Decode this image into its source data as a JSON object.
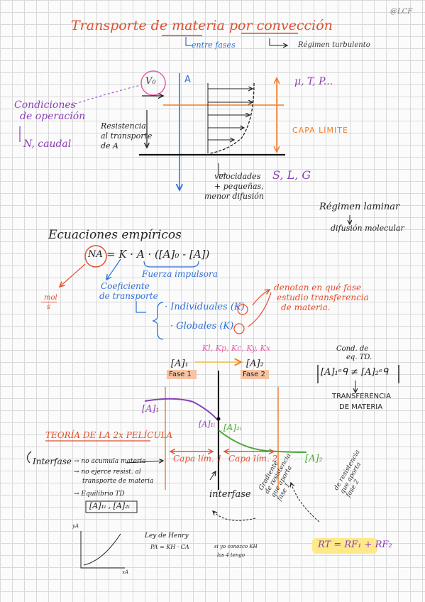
{
  "colors": {
    "red": "#e0502e",
    "purple": "#8a3fb8",
    "pink": "#e85aa8",
    "orange": "#ef7d2a",
    "blue": "#2f6fd6",
    "green": "#4fa83a",
    "ink": "#222222",
    "yellow": "#ffe98a"
  },
  "header": {
    "title": "Transporte de materia por convección",
    "signature": "@LCF",
    "entre_fases": "entre fases",
    "regimen_turbulento": "Régimen turbulento"
  },
  "diagram1": {
    "v0": "V₀",
    "A": "A",
    "props": "μ, T, P...",
    "capa_limite": "CAPA LÍMITE",
    "condiciones": [
      "Condiciones",
      "de operación"
    ],
    "n_caudal": "N, caudal",
    "resistencia": [
      "Resistencia",
      "al transporte",
      "de A"
    ],
    "velocidades": [
      "velocidades",
      "+ pequeñas,",
      "menor difusión"
    ],
    "slg": "S, L, G",
    "regimen_laminar": "Régimen laminar",
    "difusion_molecular": "difusión molecular"
  },
  "ecuaciones": {
    "title": "Ecuaciones empíricos",
    "NA": "NA",
    "eq_rest": "= K · A · ([A]₀ - [A])",
    "fuerza": "Fuerza impulsora",
    "coef": [
      "Coeficiente",
      "de transporte"
    ],
    "units": [
      "mol",
      "s"
    ],
    "denotan": [
      "denotan en qué fase",
      "estudio transferencia",
      "de materia."
    ],
    "individuales": "· Individuales (K)",
    "globales": "· Globales (K)"
  },
  "diagram2": {
    "k_list": "Kl, Kp, Kc, Ky, Kx",
    "A1": "[A]₁",
    "A2": "[A]₂",
    "fase1": "Fase 1",
    "fase2": "Fase 2",
    "A1_left": "[A]₁",
    "A1i": "[A]₁ᵢ",
    "A2i": "[A]₂ᵢ",
    "A2_right": "[A]₂",
    "capa1": "Capa lím. 1",
    "capa2": "Capa lím. 2",
    "interfase": "interfase",
    "cond_title": [
      "Cond. de",
      "eq. TD."
    ],
    "cond_eq": "[A]₁ᵉᑫ ≠ [A]₂ᵉᑫ",
    "transferencia": [
      "TRANSFERENCIA",
      "DE MATERIA"
    ],
    "gradiente": [
      "Gradiente",
      "de resistencia",
      "que aporta",
      "fase 1"
    ],
    "resistencia_f2": [
      "de resistencia",
      "que aporta",
      "fase 2"
    ]
  },
  "teoria": {
    "title": "TEORÍA DE LA 2x PELÍCULA",
    "interfase": "Interfase",
    "b1": "→ no acumula materia",
    "b2": [
      "→ no ejerce resist. al",
      "transporte de materia"
    ],
    "b3": "→ Equilibrio TD",
    "b3_eq": "[A]₁ᵢ , [A]₂ᵢ",
    "ya": "yA",
    "xa": "xA",
    "henry": "Ley de Henry",
    "henry_eq": "PA = KH · CA",
    "henry_note": [
      "si yo conozco KH",
      "las 4 tengo"
    ],
    "rt": "RT = RF₁ + RF₂"
  }
}
